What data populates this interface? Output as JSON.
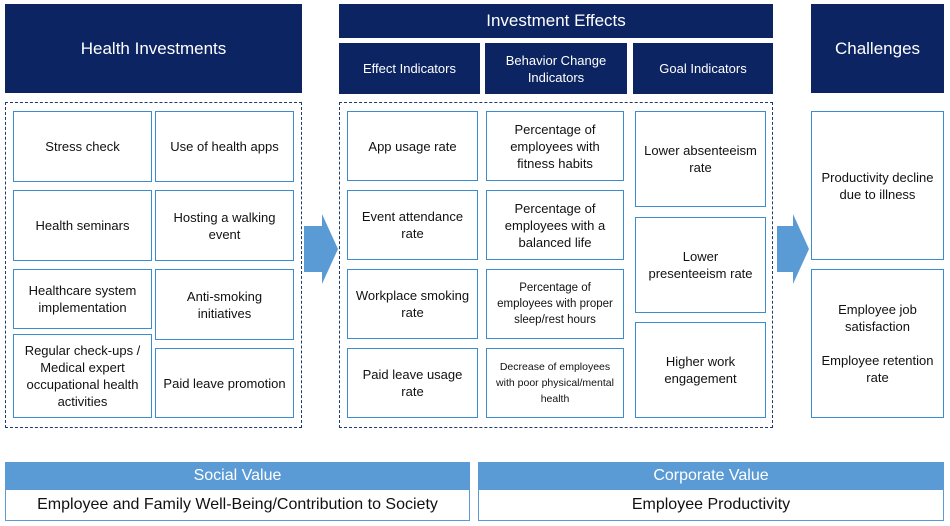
{
  "columns": {
    "health_investments": {
      "title": "Health Investments",
      "items": [
        "Stress check",
        "Use of health apps",
        "Health seminars",
        "Hosting a walking event",
        "Healthcare system implementation",
        "Anti-smoking initiatives",
        "Regular check-ups / Medical expert occupational health activities",
        "Paid leave promotion"
      ]
    },
    "investment_effects": {
      "title": "Investment Effects",
      "effect_indicators": {
        "title": "Effect Indicators",
        "items": [
          "App usage rate",
          "Event attendance rate",
          "Workplace smoking rate",
          "Paid leave usage rate"
        ]
      },
      "behavior_change_indicators": {
        "title": "Behavior Change Indicators",
        "items": [
          "Percentage of employees with fitness habits",
          "Percentage of employees with a balanced life",
          "Percentage of employees with proper sleep/rest hours",
          "Decrease of employees with poor physical/mental health"
        ]
      },
      "goal_indicators": {
        "title": "Goal Indicators",
        "items": [
          "Lower absenteeism rate",
          "Lower presenteeism rate",
          "Higher work engagement"
        ]
      }
    },
    "challenges": {
      "title": "Challenges",
      "items": [
        "Productivity decline due to illness",
        "Employee job satisfaction\n\nEmployee retention rate"
      ]
    }
  },
  "value_bands": {
    "social": {
      "label": "Social Value",
      "text": "Employee and Family Well-Being/Contribution to Society"
    },
    "corporate": {
      "label": "Corporate Value",
      "text": "Employee Productivity"
    }
  },
  "colors": {
    "header_navy": "#0c2461",
    "box_border": "#3b8dd0",
    "arrow_blue": "#5b9bd5",
    "value_band": "#5b9bd5"
  }
}
